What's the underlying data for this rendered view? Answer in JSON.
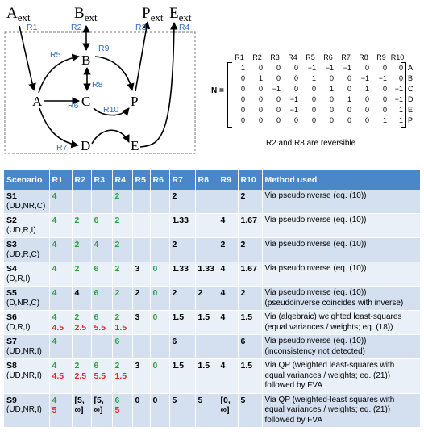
{
  "network": {
    "external": {
      "A": "A",
      "B": "B",
      "P": "P",
      "E": "E",
      "sub": "ext"
    },
    "nodes": {
      "A": "A",
      "B": "B",
      "C": "C",
      "P": "P",
      "D": "D",
      "E": "E"
    },
    "reactions": {
      "R1": "R1",
      "R2": "R2",
      "R3": "R3",
      "R4": "R4",
      "R5": "R5",
      "R6": "R6",
      "R7": "R7",
      "R8": "R8",
      "R9": "R9",
      "R10": "R10"
    }
  },
  "matrix": {
    "label": "N =",
    "columns": [
      "R1",
      "R2",
      "R3",
      "R4",
      "R5",
      "R6",
      "R7",
      "R8",
      "R9",
      "R10"
    ],
    "rows": [
      {
        "label": "A",
        "values": [
          "1",
          "0",
          "0",
          "0",
          "−1",
          "−1",
          "−1",
          "0",
          "0",
          "0"
        ]
      },
      {
        "label": "B",
        "values": [
          "0",
          "1",
          "0",
          "0",
          "1",
          "0",
          "0",
          "−1",
          "−1",
          "0"
        ]
      },
      {
        "label": "C",
        "values": [
          "0",
          "0",
          "−1",
          "0",
          "0",
          "1",
          "0",
          "1",
          "0",
          "−1"
        ]
      },
      {
        "label": "D",
        "values": [
          "0",
          "0",
          "0",
          "−1",
          "0",
          "0",
          "1",
          "0",
          "0",
          "−1"
        ]
      },
      {
        "label": "E",
        "values": [
          "0",
          "0",
          "0",
          "−1",
          "0",
          "0",
          "0",
          "0",
          "0",
          "1"
        ]
      },
      {
        "label": "P",
        "values": [
          "0",
          "0",
          "0",
          "0",
          "0",
          "0",
          "0",
          "0",
          "1",
          "1"
        ]
      }
    ]
  },
  "note": "R2 and R8 are reversible",
  "table": {
    "headers": [
      "Scenario",
      "R1",
      "R2",
      "R3",
      "R4",
      "R5",
      "R6",
      "R7",
      "R8",
      "R9",
      "R10",
      "Method used"
    ],
    "rows": [
      {
        "name": "S1",
        "sub": "(UD,NR,C)",
        "cells": [
          [
            [
              "g",
              "4"
            ]
          ],
          [],
          [],
          [
            [
              "g",
              "2"
            ]
          ],
          [],
          [],
          [
            [
              "k",
              "2"
            ]
          ],
          [],
          [],
          [
            [
              "k",
              "2"
            ]
          ]
        ],
        "method": [
          "Via pseudoinverse  (eq. (10))"
        ]
      },
      {
        "name": "S2",
        "sub": "(UD,R,I)",
        "cells": [
          [
            [
              "g",
              "4"
            ]
          ],
          [
            [
              "g",
              "2"
            ]
          ],
          [
            [
              "g",
              "6"
            ]
          ],
          [
            [
              "g",
              "2"
            ]
          ],
          [],
          [],
          [
            [
              "k",
              "1.33"
            ]
          ],
          [],
          [
            [
              "k",
              "4"
            ]
          ],
          [
            [
              "k",
              "1.67"
            ]
          ]
        ],
        "method": [
          "Via pseudoinverse  (eq. (10))"
        ]
      },
      {
        "name": "S3",
        "sub": "(UD,R,C)",
        "cells": [
          [
            [
              "g",
              "4"
            ]
          ],
          [
            [
              "g",
              "2"
            ]
          ],
          [
            [
              "g",
              "4"
            ]
          ],
          [
            [
              "g",
              "2"
            ]
          ],
          [],
          [],
          [
            [
              "k",
              "2"
            ]
          ],
          [],
          [
            [
              "k",
              "2"
            ]
          ],
          [
            [
              "k",
              "2"
            ]
          ]
        ],
        "method": [
          "Via pseudoinverse  (eq. (10))"
        ]
      },
      {
        "name": "S4",
        "sub": "(D,R,I)",
        "cells": [
          [
            [
              "g",
              "4"
            ]
          ],
          [
            [
              "g",
              "2"
            ]
          ],
          [
            [
              "g",
              "6"
            ]
          ],
          [
            [
              "g",
              "2"
            ]
          ],
          [
            [
              "k",
              "3"
            ]
          ],
          [
            [
              "g",
              "0"
            ]
          ],
          [
            [
              "k",
              "1.33"
            ]
          ],
          [
            [
              "k",
              "1.33"
            ]
          ],
          [
            [
              "k",
              "4"
            ]
          ],
          [
            [
              "k",
              "1.67"
            ]
          ]
        ],
        "method": [
          "Via pseudoinverse  (eq. (10))"
        ]
      },
      {
        "name": "S5",
        "sub": "(D,NR,C)",
        "cells": [
          [
            [
              "g",
              "4"
            ]
          ],
          [
            [
              "k",
              "4"
            ]
          ],
          [
            [
              "g",
              "6"
            ]
          ],
          [
            [
              "g",
              "2"
            ]
          ],
          [
            [
              "k",
              "2"
            ]
          ],
          [
            [
              "g",
              "0"
            ]
          ],
          [
            [
              "k",
              "2"
            ]
          ],
          [
            [
              "k",
              "2"
            ]
          ],
          [
            [
              "k",
              "4"
            ]
          ],
          [
            [
              "k",
              "2"
            ]
          ]
        ],
        "method": [
          "Via pseudoinverse  (eq. (10))",
          "(pseudoinverse coincides with inverse)"
        ]
      },
      {
        "name": "S6",
        "sub": "(D,R,I)",
        "cells": [
          [
            [
              "g",
              "4"
            ],
            [
              "r",
              "4.5"
            ]
          ],
          [
            [
              "g",
              "2"
            ],
            [
              "r",
              "2.5"
            ]
          ],
          [
            [
              "g",
              "6"
            ],
            [
              "r",
              "5.5"
            ]
          ],
          [
            [
              "g",
              "2"
            ],
            [
              "r",
              "1.5"
            ]
          ],
          [
            [
              "k",
              "3"
            ]
          ],
          [
            [
              "g",
              "0"
            ]
          ],
          [
            [
              "k",
              "1.5"
            ]
          ],
          [
            [
              "k",
              "1.5"
            ]
          ],
          [
            [
              "k",
              "4"
            ]
          ],
          [
            [
              "k",
              "1.5"
            ]
          ]
        ],
        "method": [
          "Via (algebraic) weighted least-squares",
          "(equal variances / weights; eq. (18))"
        ]
      },
      {
        "name": "S7",
        "sub": "(UD,NR,I)",
        "cells": [
          [
            [
              "g",
              "4"
            ]
          ],
          [],
          [],
          [
            [
              "g",
              "6"
            ]
          ],
          [],
          [],
          [
            [
              "k",
              "6"
            ]
          ],
          [],
          [],
          [
            [
              "k",
              "6"
            ]
          ]
        ],
        "method": [
          "Via pseudoinverse  (eq. (10))",
          "(inconsistency not detected)"
        ]
      },
      {
        "name": "S8",
        "sub": "(UD,NR,I)",
        "cells": [
          [
            [
              "g",
              "4"
            ],
            [
              "r",
              "4.5"
            ]
          ],
          [
            [
              "g",
              "2"
            ],
            [
              "r",
              "2.5"
            ]
          ],
          [
            [
              "g",
              "6"
            ],
            [
              "r",
              "5.5"
            ]
          ],
          [
            [
              "g",
              "2"
            ],
            [
              "r",
              "1.5"
            ]
          ],
          [
            [
              "k",
              "3"
            ]
          ],
          [
            [
              "g",
              "0"
            ]
          ],
          [
            [
              "k",
              "1.5"
            ]
          ],
          [
            [
              "k",
              "1.5"
            ]
          ],
          [
            [
              "k",
              "4"
            ]
          ],
          [
            [
              "k",
              "1.5"
            ]
          ]
        ],
        "method": [
          "Via QP (weighted least-squares with",
          "equal variances / weights; eq. (21))",
          "followed by FVA"
        ]
      },
      {
        "name": "S9",
        "sub": "(UD,NR,I)",
        "cells": [
          [
            [
              "g",
              "4"
            ],
            [
              "r",
              "5"
            ]
          ],
          [
            [
              "k",
              "[5,"
            ],
            [
              "k",
              "∞]"
            ]
          ],
          [
            [
              "k",
              "[5,"
            ],
            [
              "k",
              "∞]"
            ]
          ],
          [
            [
              "g",
              "6"
            ],
            [
              "r",
              "5"
            ]
          ],
          [
            [
              "k",
              "0"
            ]
          ],
          [
            [
              "k",
              "0"
            ]
          ],
          [
            [
              "k",
              "5"
            ]
          ],
          [
            [
              "k",
              "5"
            ]
          ],
          [
            [
              "k",
              "[0,"
            ],
            [
              "k",
              "∞]"
            ]
          ],
          [
            [
              "k",
              "5"
            ]
          ]
        ],
        "method": [
          "Via QP (weighted-least squares with",
          "equal variances / weights; eq. (21))",
          "followed by FVA"
        ]
      }
    ]
  },
  "colors": {
    "header_bg": "#4a86c8",
    "row_odd": "#d4e0ef",
    "row_even": "#eaf0f7",
    "measured": "#2ea040",
    "adjusted": "#e02a2a",
    "reaction_label": "#2f6cc0"
  }
}
